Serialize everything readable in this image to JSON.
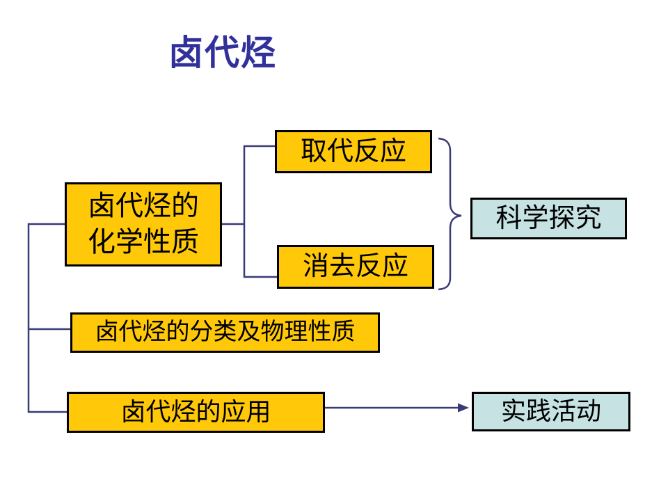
{
  "slide": {
    "title": "卤代烃"
  },
  "nodes": {
    "chem_properties": {
      "label": "卤代烃的\n化学性质"
    },
    "substitution": {
      "label": "取代反应"
    },
    "elimination": {
      "label": "消去反应"
    },
    "science_inquiry": {
      "label": "科学探究"
    },
    "classification": {
      "label": "卤代烃的分类及物理性质"
    },
    "application": {
      "label": "卤代烃的应用"
    },
    "practice": {
      "label": "实践活动"
    }
  },
  "colors": {
    "topic_fill": "#FFC808",
    "outcome_fill": "#C6E2E2",
    "connector": "#3A3A78",
    "title_text": "#31319B",
    "border": "#000000",
    "background": "#FFFFFF"
  }
}
